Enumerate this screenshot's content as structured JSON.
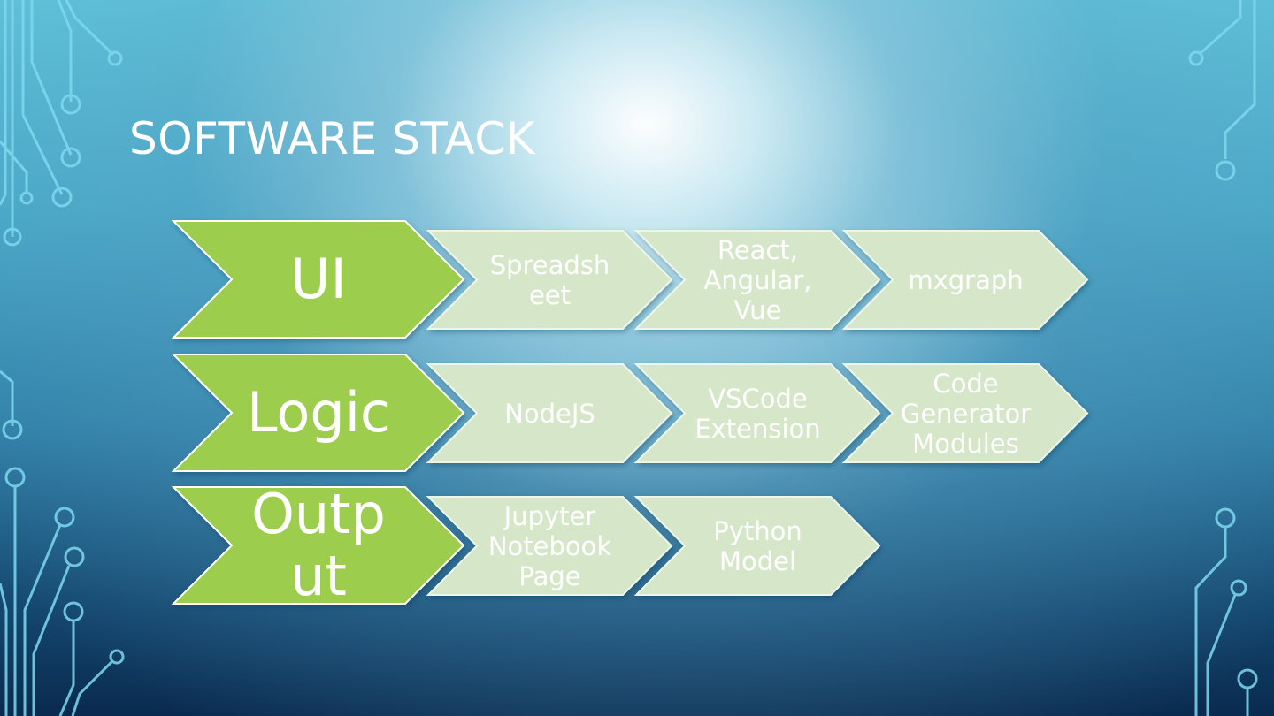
{
  "slide": {
    "title": "SOFTWARE STACK"
  },
  "colors": {
    "main_chevron": "#9dcd4d",
    "sub_chevron": "#d6e7c9",
    "text": "#ffffff",
    "circuit": "#7fd9ef"
  },
  "rows": [
    {
      "label": "UI",
      "items": [
        "Spreadsh\neet",
        "React,\nAngular,\nVue",
        "mxgraph"
      ]
    },
    {
      "label": "Logic",
      "items": [
        "NodeJS",
        "VSCode\nExtension",
        "Code\nGenerator\nModules"
      ]
    },
    {
      "label": "Outp\nut",
      "items": [
        "Jupyter\nNotebook\nPage",
        "Python\nModel"
      ]
    }
  ]
}
